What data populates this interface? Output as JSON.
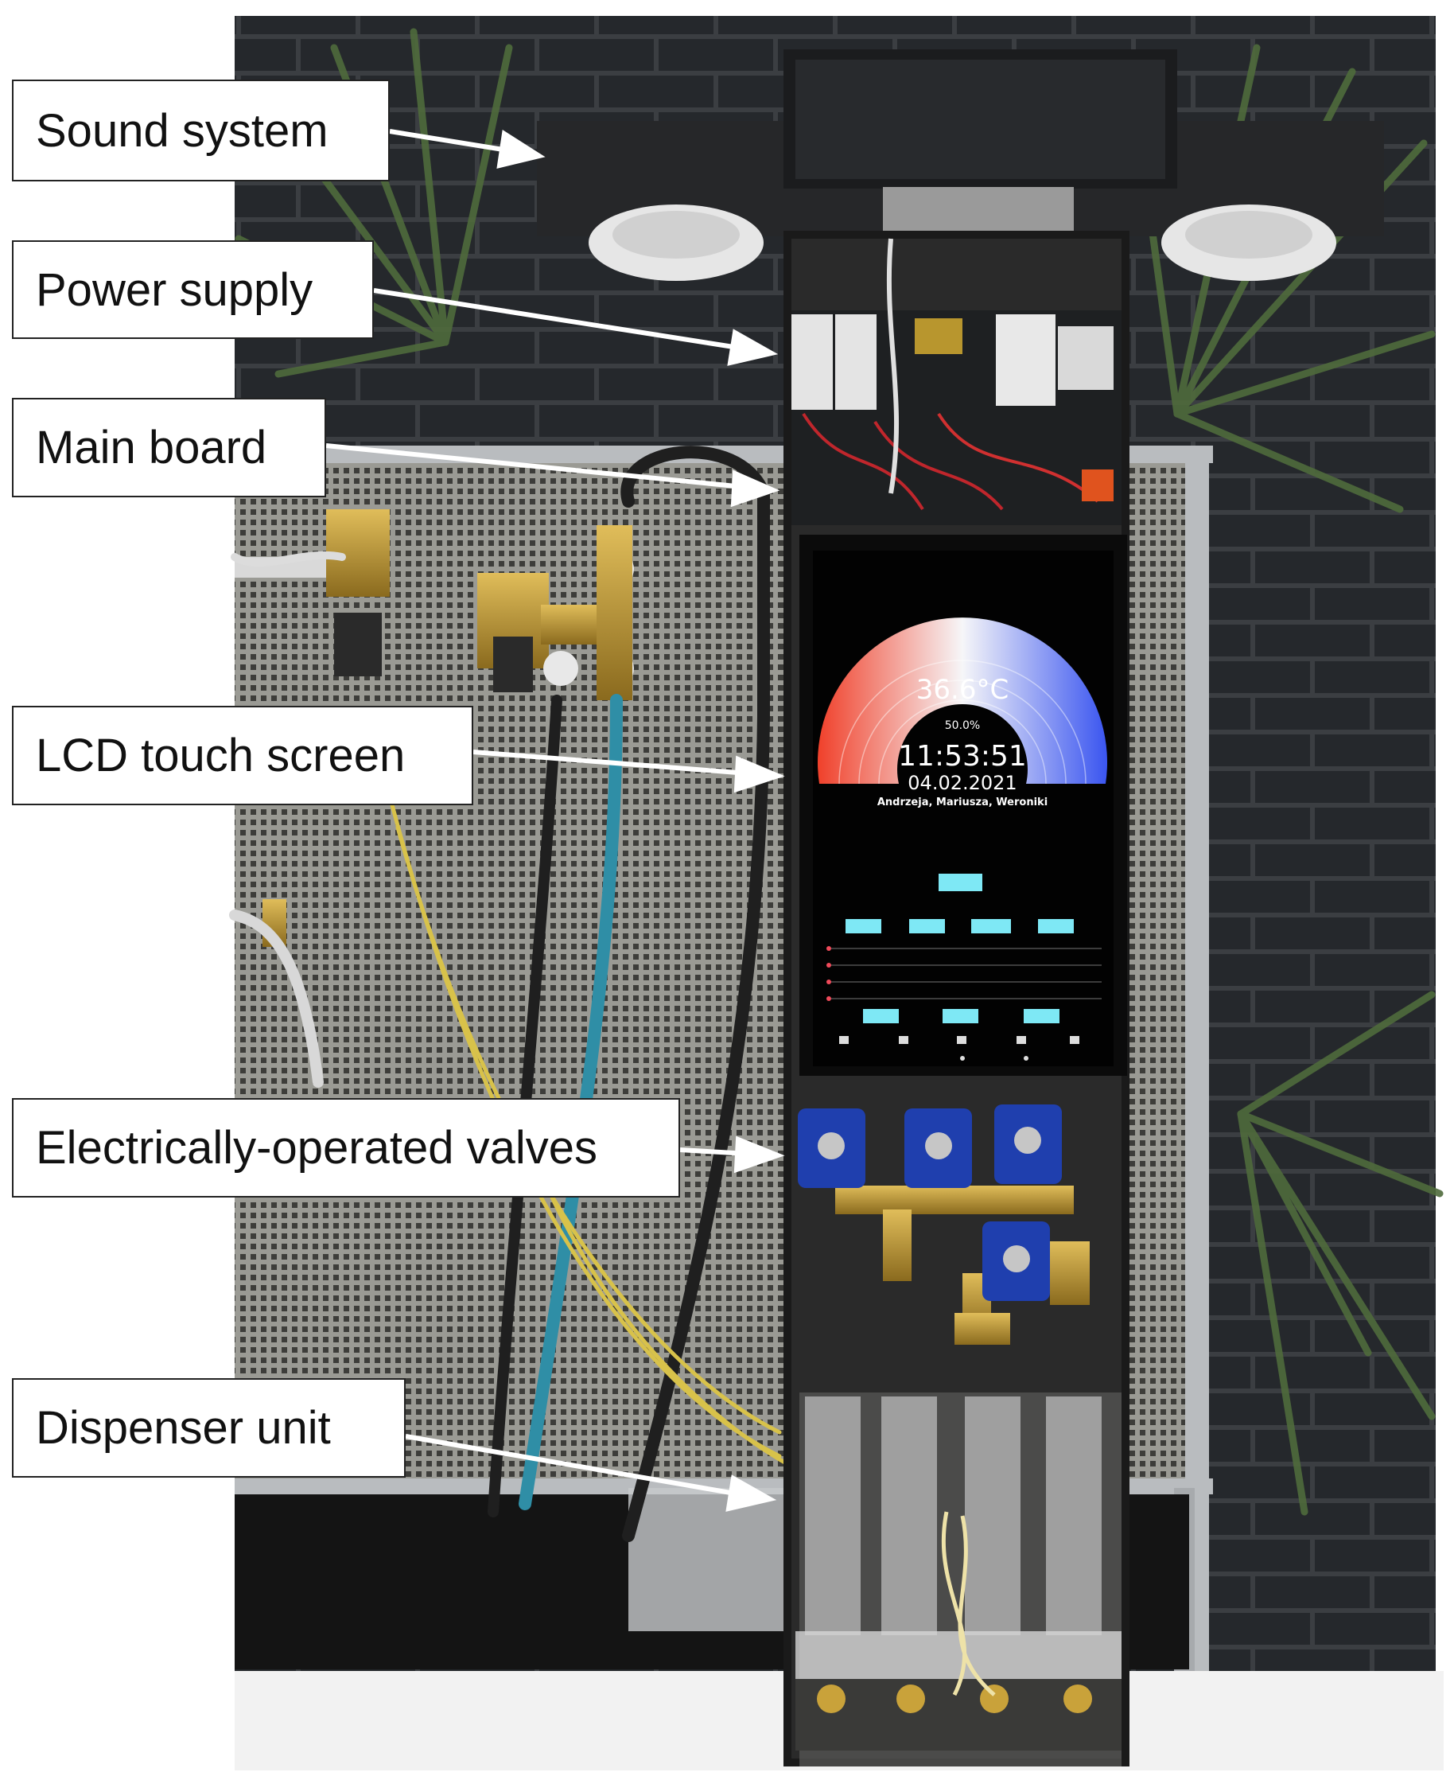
{
  "labels": {
    "sound_system": "Sound system",
    "power_supply": "Power supply",
    "main_board": "Main board",
    "lcd_touch_screen": "LCD touch screen",
    "valves": "Electrically-operated valves",
    "dispenser_unit": "Dispenser unit"
  },
  "screen": {
    "temperature": "36.6°C",
    "percent": "50.0%",
    "time": "11:53:51",
    "date": "04.02.2021",
    "names": "Andrzeja, Mariusza, Weroniki"
  },
  "colors": {
    "accent_cyan": "#7ee8f5",
    "valve_blue": "#1f3fae",
    "gauge_red": "#f0402a",
    "gauge_blue": "#3a55f0",
    "brass": "#c9a23a"
  }
}
